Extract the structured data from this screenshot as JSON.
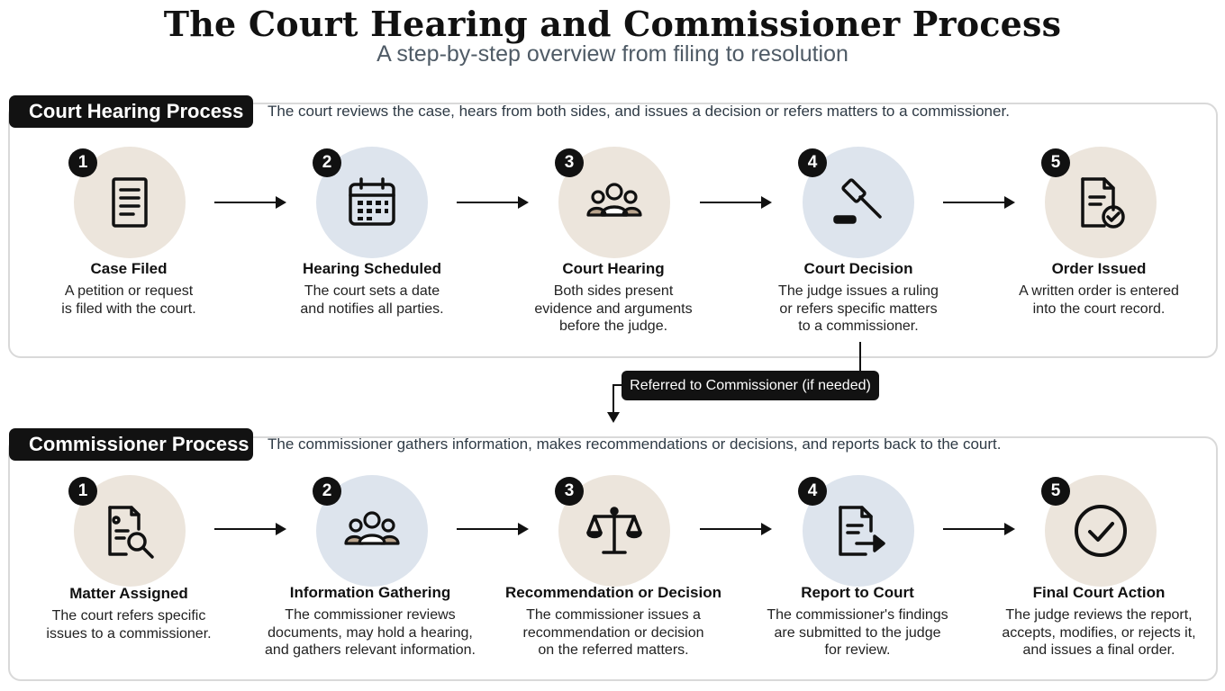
{
  "header": {
    "title": "The Court Hearing and Commissioner Process",
    "subtitle": "A step-by-step overview from filing to resolution"
  },
  "court": {
    "label": "Court Hearing Process",
    "description": "The court reviews the case, hears from both sides, and issues a decision or refers matters to a commissioner.",
    "steps": [
      {
        "number": "1",
        "title": "Case Filed",
        "desc": [
          "A petition or request",
          "is filed with the court."
        ],
        "icon": "document-icon"
      },
      {
        "number": "2",
        "title": "Hearing Scheduled",
        "desc": [
          "The court sets a date",
          "and notifies all parties."
        ],
        "icon": "calendar-icon"
      },
      {
        "number": "3",
        "title": "Court Hearing",
        "desc": [
          "Both sides present",
          "evidence and arguments",
          "before the judge."
        ],
        "icon": "people-icon"
      },
      {
        "number": "4",
        "title": "Court Decision",
        "desc": [
          "The judge issues a ruling",
          "or refers specific matters",
          "to a commissioner."
        ],
        "icon": "gavel-icon"
      },
      {
        "number": "5",
        "title": "Order Issued",
        "desc": [
          "A written order is entered",
          "into the court record."
        ],
        "icon": "document-check-icon"
      }
    ]
  },
  "referral": {
    "label": "Referred to Commissioner (if needed)"
  },
  "commissioner": {
    "label": "Commissioner Process",
    "description": "The commissioner gathers information, makes recommendations or decisions, and reports back to the court.",
    "steps": [
      {
        "number": "1",
        "title": "Matter Assigned",
        "desc": [
          "The court refers specific",
          "issues to a commissioner."
        ],
        "icon": "document-search-icon"
      },
      {
        "number": "2",
        "title": "Information Gathering",
        "desc": [
          "The commissioner reviews",
          "documents, may hold a hearing,",
          "and gathers relevant information."
        ],
        "icon": "people-icon"
      },
      {
        "number": "3",
        "title": "Recommendation or Decision",
        "desc": [
          "The commissioner issues a",
          "recommendation or decision",
          "on the referred matters."
        ],
        "icon": "scales-icon"
      },
      {
        "number": "4",
        "title": "Report to Court",
        "desc": [
          "The commissioner's findings",
          "are submitted to the judge",
          "for review."
        ],
        "icon": "report-arrow-icon"
      },
      {
        "number": "5",
        "title": "Final Court Action",
        "desc": [
          "The judge reviews the report,",
          "accepts, modifies, or rejects it,",
          "and issues a final order."
        ],
        "icon": "check-circle-icon"
      }
    ]
  }
}
